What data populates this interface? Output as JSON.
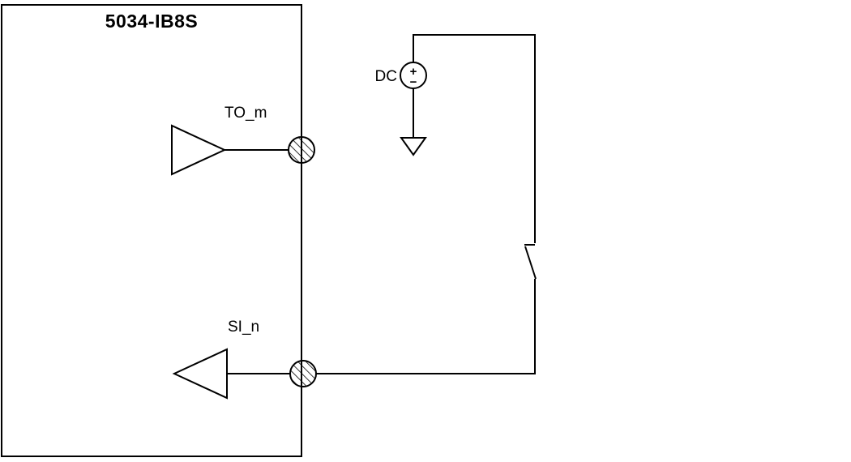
{
  "diagram": {
    "title": "5034-IB8S",
    "labels": {
      "output": "TO_m",
      "input": "SI_n",
      "source": "DC",
      "plus": "+",
      "minus": "−"
    },
    "colors": {
      "stroke": "#000000",
      "background": "#ffffff"
    }
  }
}
